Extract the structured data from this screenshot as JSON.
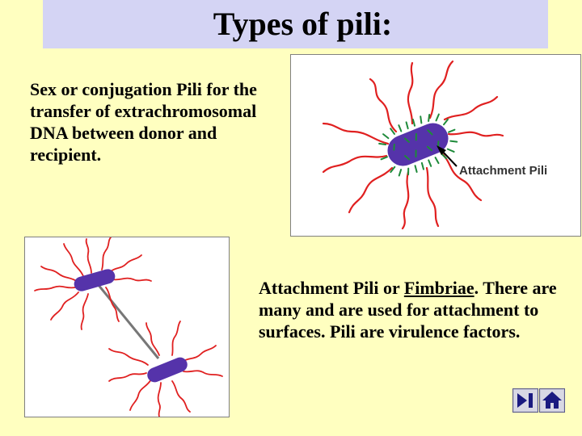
{
  "slide": {
    "title": "Types of pili:",
    "sex_pili_text": "Sex or conjugation Pili for the transfer of extrachromosomal DNA between donor and recipient.",
    "attachment_text_lead": "Attachment Pili or ",
    "attachment_text_link": "Fimbriae",
    "attachment_text_tail": ". There are many and are used for attachment to surfaces. Pili are virulence factors.",
    "figure_label": "Attachment Pili"
  },
  "colors": {
    "background": "#FFFFC0",
    "title_bar": "#D4D4F4",
    "bacterium": "#5533AA",
    "pili_red": "#E02020",
    "fimbriae_green": "#1E8A3A"
  },
  "nav": {
    "end_icon": "end-show-icon",
    "home_icon": "home-icon"
  }
}
